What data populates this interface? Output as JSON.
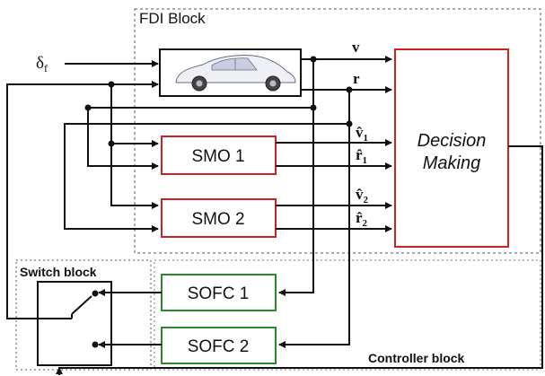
{
  "regions": {
    "fdi_block": "FDI Block",
    "switch_block": "Switch block",
    "controller_block": "Controller block"
  },
  "blocks": {
    "smo1": "SMO 1",
    "smo2": "SMO 2",
    "sofc1": "SOFC 1",
    "sofc2": "SOFC 2",
    "decision_line1": "Decision",
    "decision_line2": "Making"
  },
  "signals": {
    "delta_f_base": "δ",
    "delta_f_sub": "f",
    "v": "v",
    "r": "r",
    "v1_base": "v̂",
    "v1_sub": "1",
    "r1_base": "r̂",
    "r1_sub": "1",
    "v2_base": "v̂",
    "v2_sub": "2",
    "r2_base": "r̂",
    "r2_sub": "2"
  },
  "colors": {
    "observer_border": "#cc2222",
    "decision_border": "#cc2222",
    "controller_border": "#2a8a2a",
    "line": "#111111",
    "dashed_region": "#555555"
  },
  "icons": {
    "vehicle": "car-icon"
  }
}
